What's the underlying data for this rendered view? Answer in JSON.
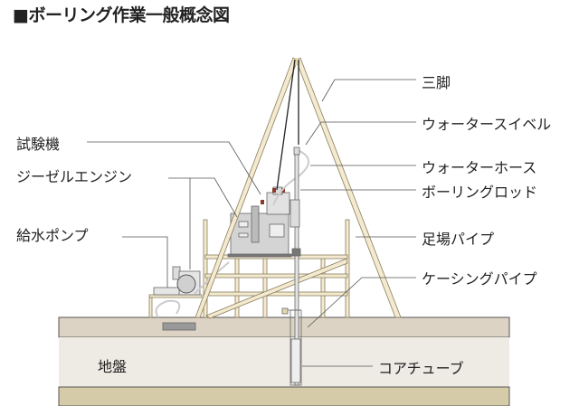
{
  "title": "■ボーリング作業一般概念図",
  "labels": {
    "tripod": "三脚",
    "water_swivel": "ウォータースイベル",
    "water_hose": "ウォーターホース",
    "boring_rod": "ボーリングロッド",
    "scaffold_pipe": "足場パイプ",
    "casing_pipe": "ケーシングパイプ",
    "core_tube": "コアチューブ",
    "test_machine": "試験機",
    "diesel_engine": "ジーゼルエンジン",
    "water_pump": "給水ポンプ",
    "ground": "地盤"
  },
  "colors": {
    "ground_top": "#dcd3c4",
    "ground_mid": "#eeeae4",
    "ground_bottom": "#d6cba8",
    "pipe": "#f3ead0",
    "pipe_edge": "#8a7d5e",
    "machine": "#d4d4d4"
  }
}
